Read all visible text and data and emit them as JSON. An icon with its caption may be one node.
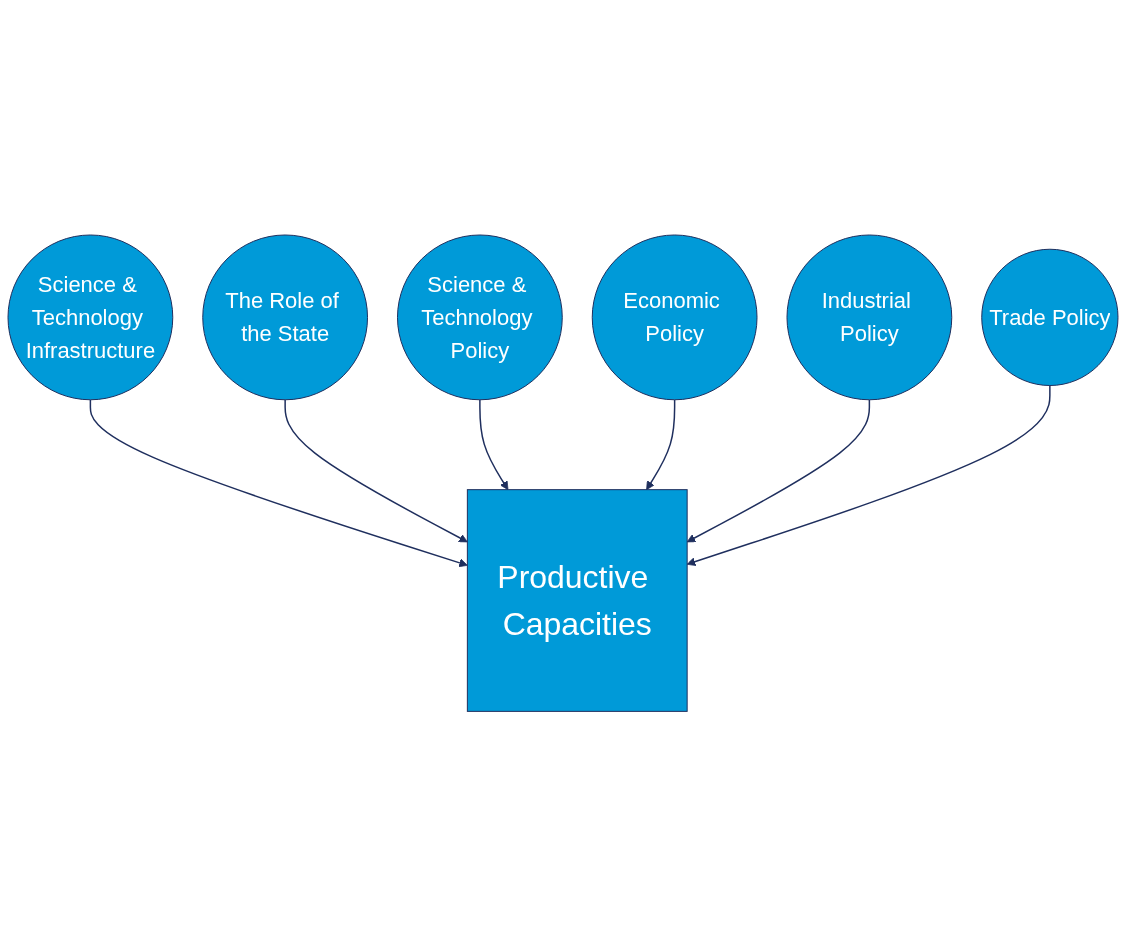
{
  "diagram": {
    "nodes": [
      {
        "text": [
          "Science & Technology Infrastructure"
        ]
      },
      {
        "text": [
          "The Role of the State"
        ]
      },
      {
        "text": [
          "Science & Technology Policy"
        ]
      },
      {
        "text": [
          "Productive Capacities"
        ]
      },
      {
        "text": [
          "Economic Policy"
        ]
      },
      {
        "text": [
          "Industrial Policy"
        ]
      },
      {
        "text": [
          "Trade Policy"
        ]
      }
    ],
    "edges": [
      {
        "from": 0,
        "to": 3,
        "arrow": "to"
      },
      {
        "from": 1,
        "to": 3,
        "arrow": "to"
      },
      {
        "from": 2,
        "to": 3,
        "arrow": "to"
      },
      {
        "from": 4,
        "to": 3,
        "arrow": "to"
      },
      {
        "from": 5,
        "to": 3,
        "arrow": "to"
      },
      {
        "from": 6,
        "to": 3,
        "arrow": "to"
      }
    ]
  }
}
